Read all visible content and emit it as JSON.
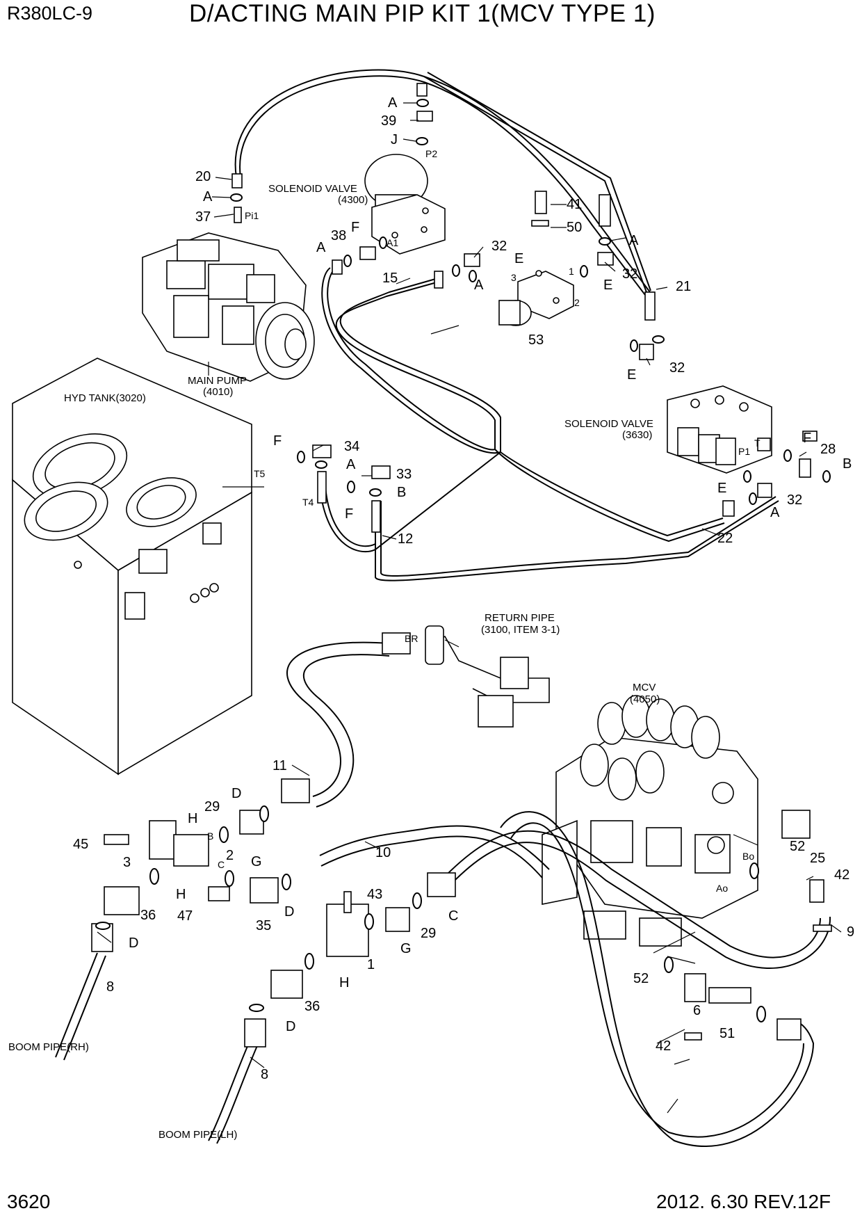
{
  "header": {
    "model": "R380LC-9",
    "title": "D/ACTING MAIN PIP KIT 1(MCV TYPE 1)"
  },
  "footer": {
    "page": "3620",
    "revision": "2012. 6.30  REV.12F"
  },
  "components": {
    "solenoid_valve_top": [
      "SOLENOID VALVE",
      "(4300)"
    ],
    "main_pump": [
      "MAIN PUMP",
      "(4010)"
    ],
    "hyd_tank": "HYD TANK(3020)",
    "solenoid_valve_right": [
      "SOLENOID VALVE",
      "(3630)"
    ],
    "return_pipe": [
      "RETURN PIPE",
      "(3100, ITEM 3-1)"
    ],
    "mcv": [
      "MCV",
      "(4050)"
    ],
    "boom_pipe_rh": "BOOM PIPE(RH)",
    "boom_pipe_lh": "BOOM PIPE(LH)"
  },
  "port_labels": [
    "P2",
    "Pi1",
    "A1",
    "T",
    "P1",
    "T5",
    "T4",
    "BR",
    "B",
    "C",
    "Bo",
    "Ao",
    "1",
    "2",
    "3"
  ],
  "callouts": [
    "A",
    "39",
    "J",
    "20",
    "A",
    "37",
    "41",
    "50",
    "38",
    "F",
    "A",
    "32",
    "E",
    "32",
    "15",
    "A",
    "E",
    "21",
    "A",
    "53",
    "32",
    "E",
    "F",
    "34",
    "A",
    "33",
    "B",
    "F",
    "12",
    "F",
    "28",
    "B",
    "E",
    "32",
    "A",
    "22",
    "11",
    "D",
    "29",
    "H",
    "45",
    "3",
    "2",
    "G",
    "10",
    "H",
    "D",
    "35",
    "47",
    "36",
    "43",
    "C",
    "29",
    "G",
    "D",
    "1",
    "H",
    "8",
    "36",
    "D",
    "8",
    "52",
    "25",
    "42",
    "9",
    "52",
    "6",
    "51",
    "42"
  ],
  "colors": {
    "ink": "#000000",
    "paper": "#ffffff"
  }
}
